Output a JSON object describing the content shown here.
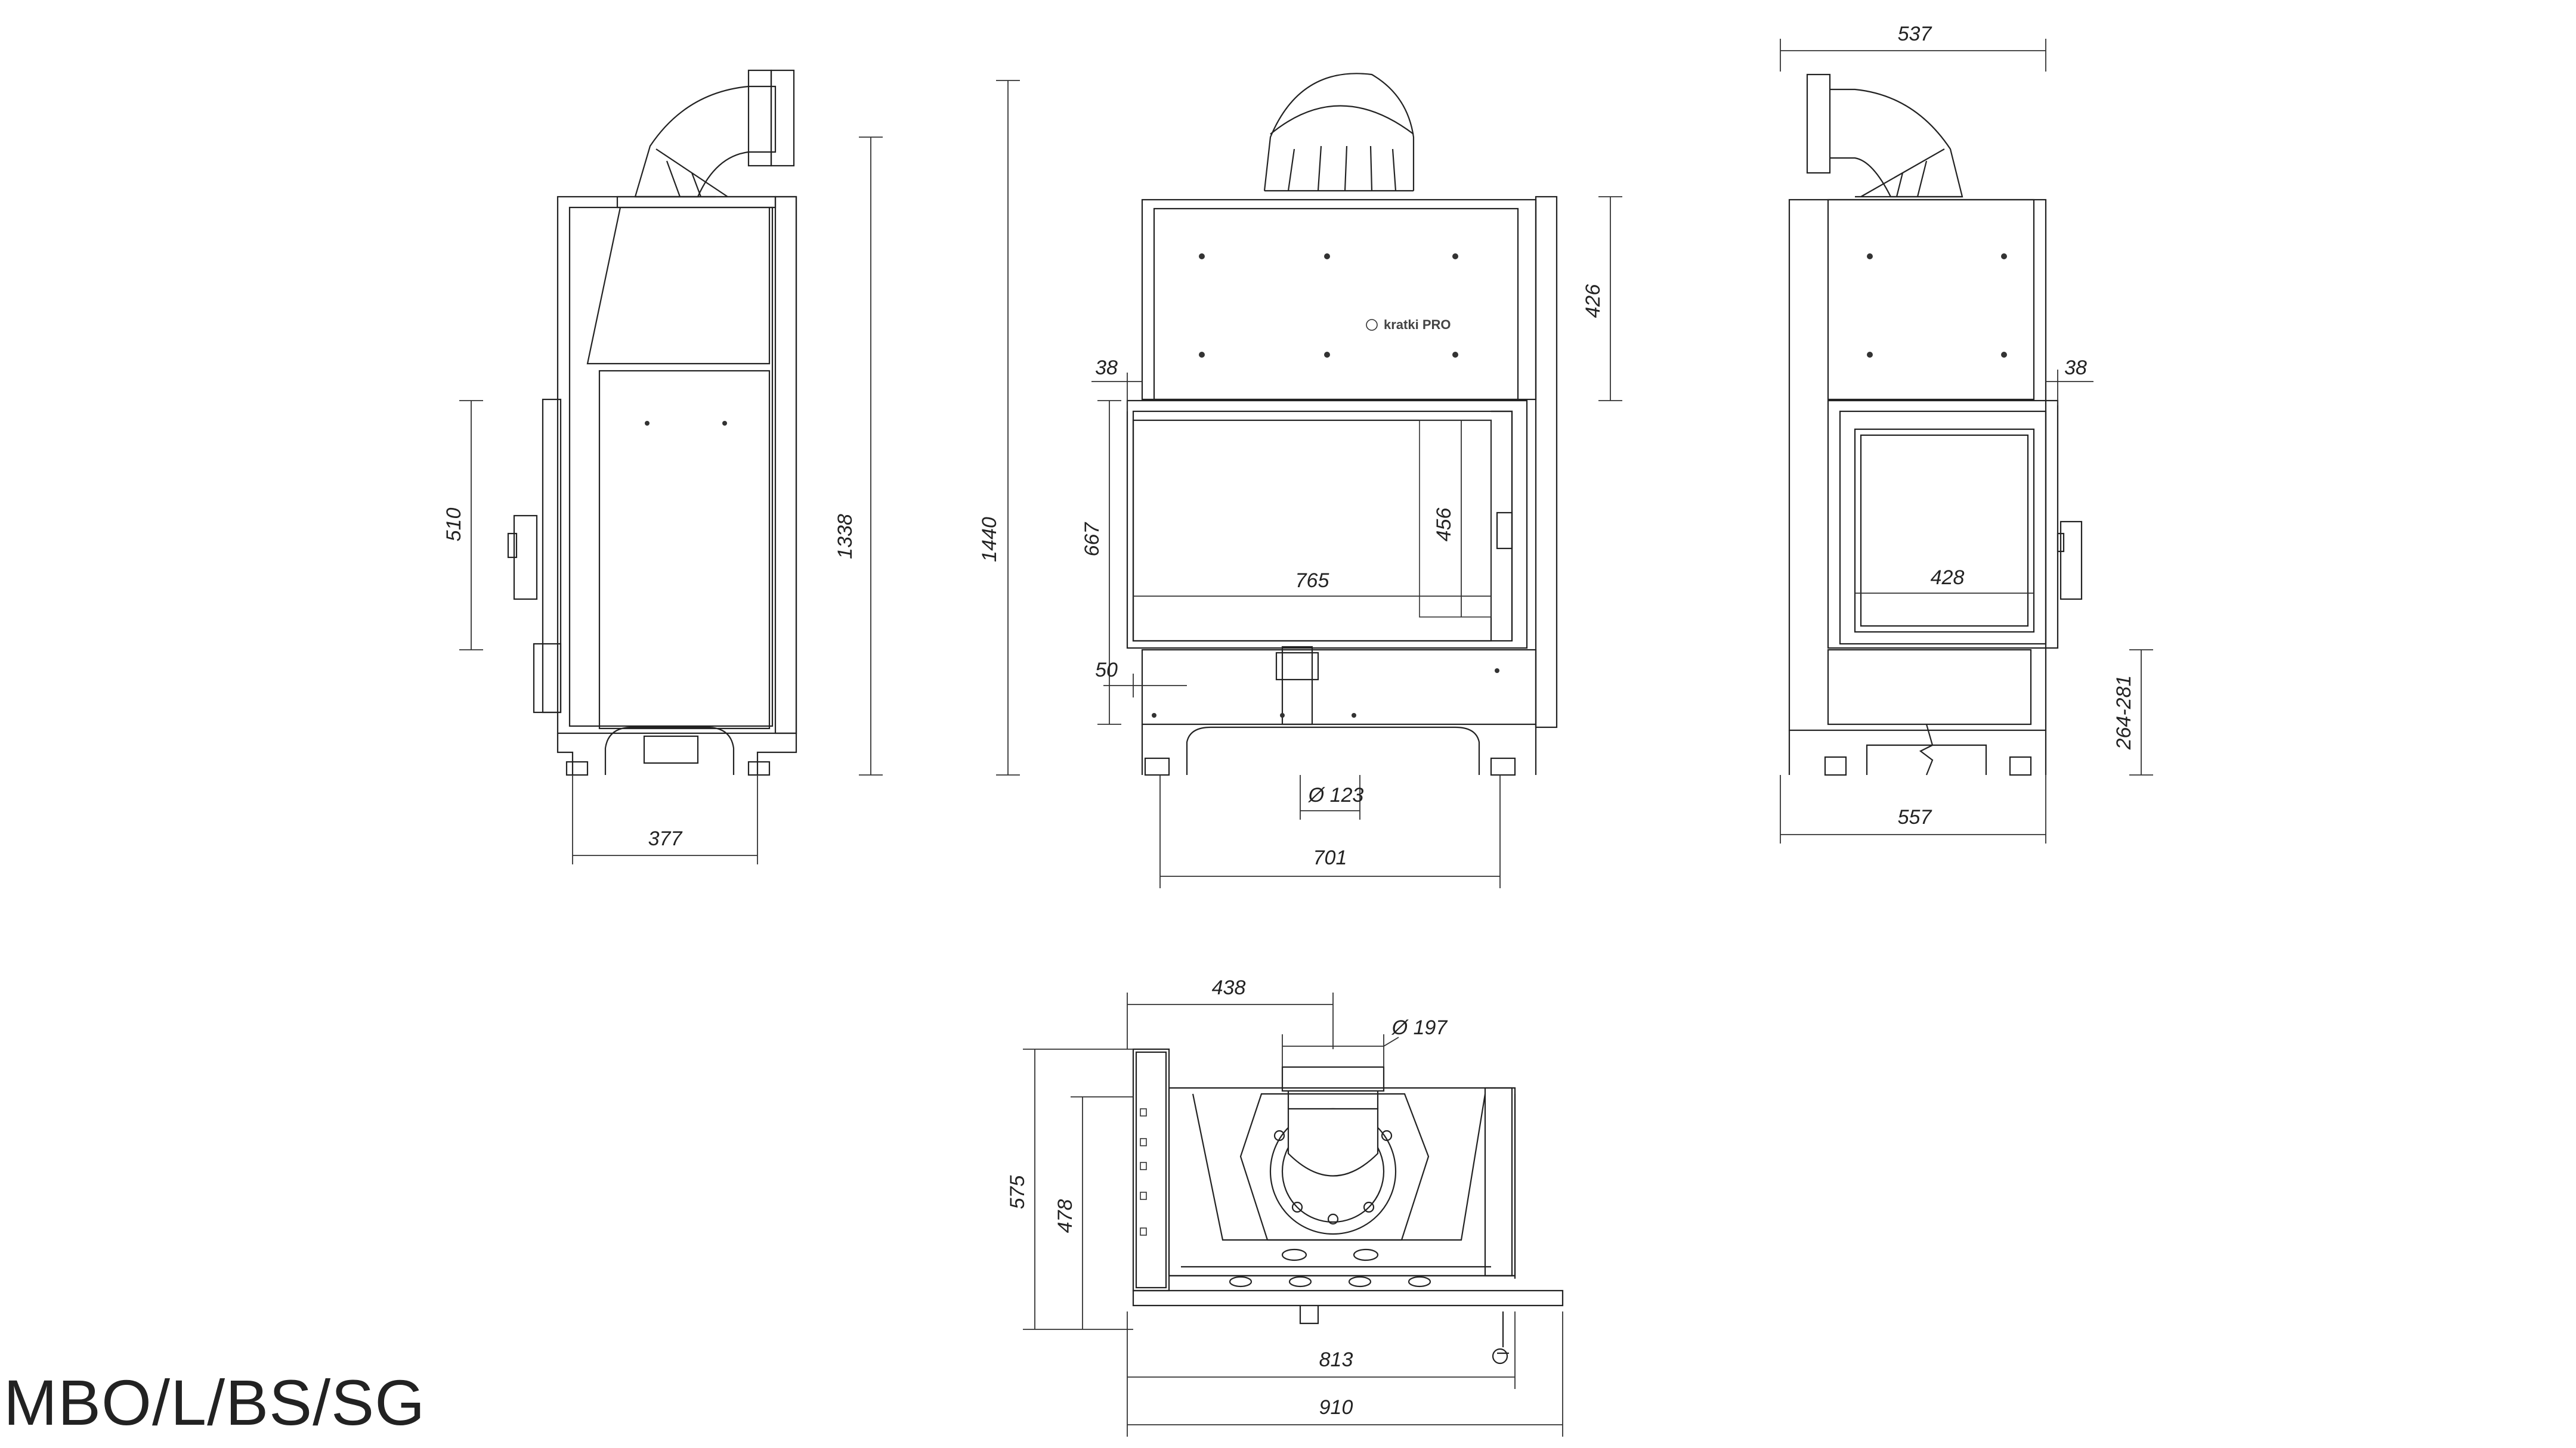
{
  "model_name": "MBO/L/BS/SG",
  "brand_label": "kratki PRO",
  "dimensions": {
    "side_left": {
      "width": "377",
      "door_height": "510",
      "total_height": "1338"
    },
    "front": {
      "total_height": "1440",
      "top_panel": "426",
      "frame_offset": "38",
      "door_height": "667",
      "glass_height": "456",
      "glass_width": "765",
      "bottom_offset": "50",
      "air_inlet": "Ø 123",
      "base_width": "701"
    },
    "side_right": {
      "top_width": "537",
      "frame_offset": "38",
      "glass_width": "428",
      "legs": "264-281",
      "base_width": "557"
    },
    "top_view": {
      "flue_offset": "438",
      "flue_diameter": "Ø 197",
      "depth_total": "575",
      "depth_inner": "478",
      "width_inner": "813",
      "width_total": "910"
    }
  }
}
